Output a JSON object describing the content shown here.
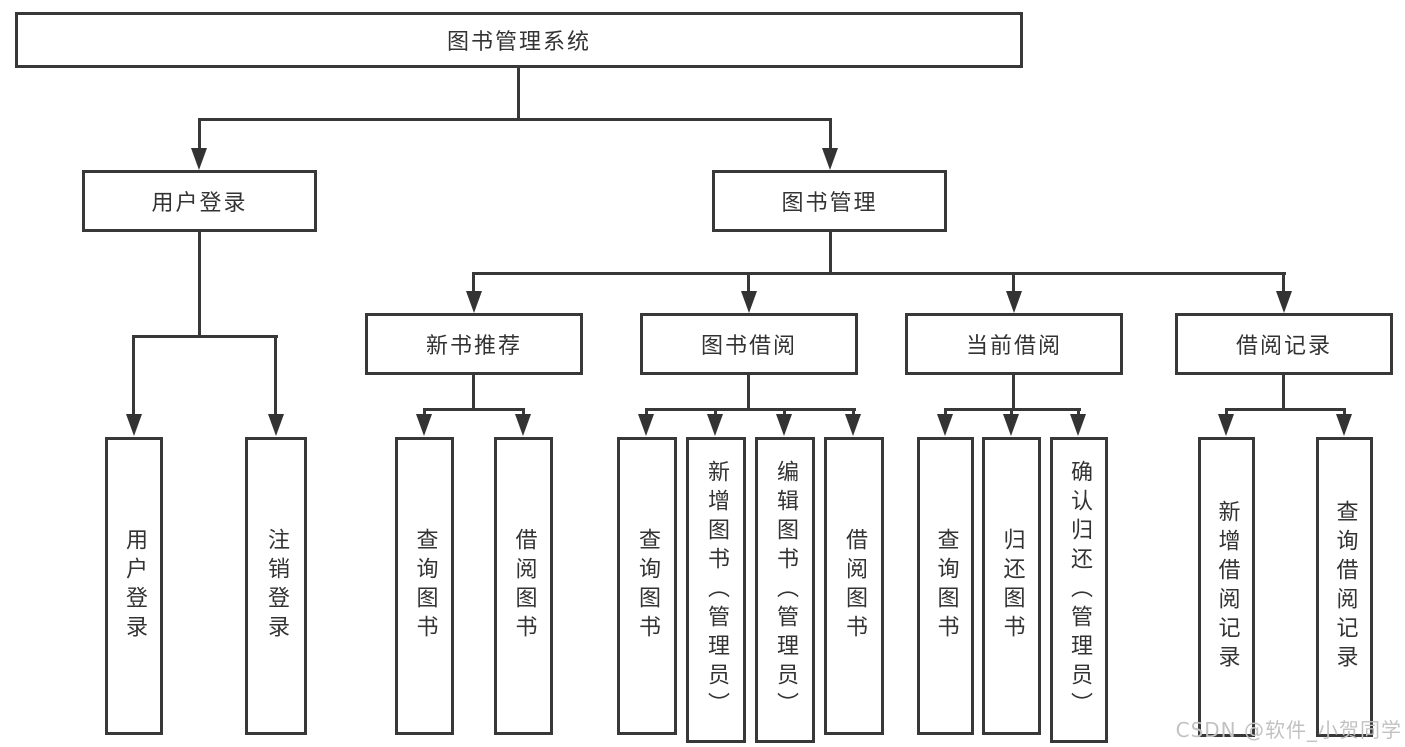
{
  "colors": {
    "background": "#ffffff",
    "box_border": "#383838",
    "connector_line": "#383838",
    "text": "#333333",
    "watermark_text": "#c2c2c2"
  },
  "diagram": {
    "root": {
      "label": "图书管理系统",
      "children": [
        {
          "label": "用户登录",
          "children": [
            {
              "label": "用户登录"
            },
            {
              "label": "注销登录"
            }
          ]
        },
        {
          "label": "图书管理",
          "children": [
            {
              "label": "新书推荐",
              "children": [
                {
                  "label": "查询图书"
                },
                {
                  "label": "借阅图书"
                }
              ]
            },
            {
              "label": "图书借阅",
              "children": [
                {
                  "label": "查询图书"
                },
                {
                  "label": "新增图书（管理员）"
                },
                {
                  "label": "编辑图书（管理员）"
                },
                {
                  "label": "借阅图书"
                }
              ]
            },
            {
              "label": "当前借阅",
              "children": [
                {
                  "label": "查询图书"
                },
                {
                  "label": "归还图书"
                },
                {
                  "label": "确认归还（管理员）"
                }
              ]
            },
            {
              "label": "借阅记录",
              "children": [
                {
                  "label": "新增借阅记录"
                },
                {
                  "label": "查询借阅记录"
                }
              ]
            }
          ]
        }
      ]
    }
  },
  "watermark": {
    "text": "CSDN @软件_小贺同学"
  }
}
